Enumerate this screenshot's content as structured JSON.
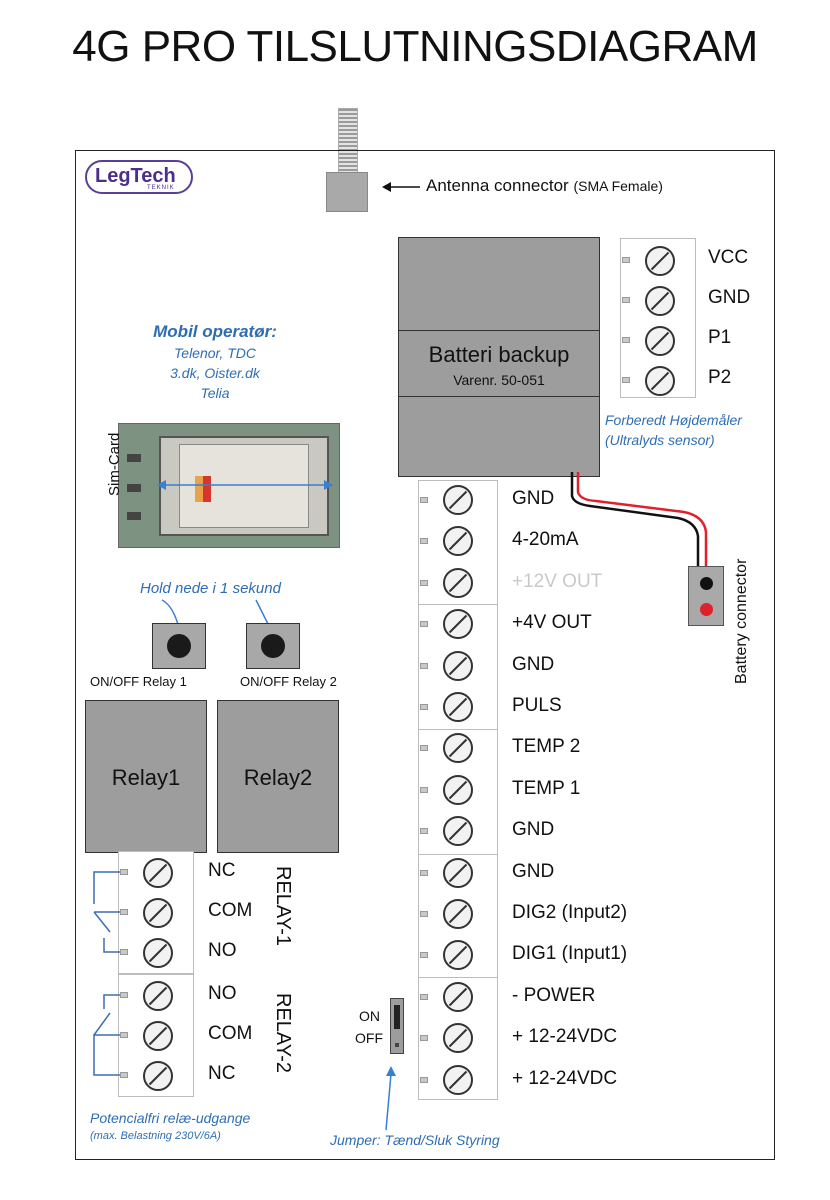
{
  "title": "4G PRO TILSLUTNINGSDIAGRAM",
  "logo": {
    "text": "LegTech",
    "subtext": "TEKNIK"
  },
  "antenna": {
    "label": "Antenna connector",
    "sublabel": "(SMA Female)"
  },
  "battery_backup": {
    "label": "Batteri backup",
    "varenr": "Varenr. 50-051"
  },
  "height_sensor": {
    "terminals": [
      "VCC",
      "GND",
      "P1",
      "P2"
    ],
    "caption_line1": "Forberedt Højdemåler",
    "caption_line2": "(Ultralyds sensor)"
  },
  "operator": {
    "heading": "Mobil operatør:",
    "line1": "Telenor, TDC",
    "line2": "3.dk, Oister.dk",
    "line3": "Telia"
  },
  "sim": {
    "label": "Sim-Card"
  },
  "buttons": {
    "hint": "Hold nede i 1 sekund",
    "relay1_label": "ON/OFF Relay 1",
    "relay2_label": "ON/OFF Relay 2"
  },
  "relays": {
    "relay1": "Relay1",
    "relay2": "Relay2"
  },
  "relay_terminals": {
    "group1_name": "RELAY-1",
    "group1": [
      "NC",
      "COM",
      "NO"
    ],
    "group2_name": "RELAY-2",
    "group2": [
      "NO",
      "COM",
      "NC"
    ],
    "caption_line1": "Potencialfri relæ-udgange",
    "caption_line2": "(max. Belastning 230V/6A)"
  },
  "main_terminals": [
    "GND",
    "4-20mA",
    "+12V OUT",
    "+4V OUT",
    "GND",
    "PULS",
    "TEMP 2",
    "TEMP 1",
    "GND",
    "GND",
    "DIG2 (Input2)",
    "DIG1 (Input1)",
    "- POWER",
    "+ 12-24VDC",
    "+ 12-24VDC"
  ],
  "battery_connector": {
    "label": "Battery connector"
  },
  "jumper": {
    "on": "ON",
    "off": "OFF",
    "caption": "Jumper: Tænd/Sluk Styring"
  },
  "colors": {
    "accent_blue": "#2f6db3",
    "module_gray": "#9d9d9d",
    "wire_red": "#e0202a",
    "muted_label": "#c9c9c9"
  }
}
